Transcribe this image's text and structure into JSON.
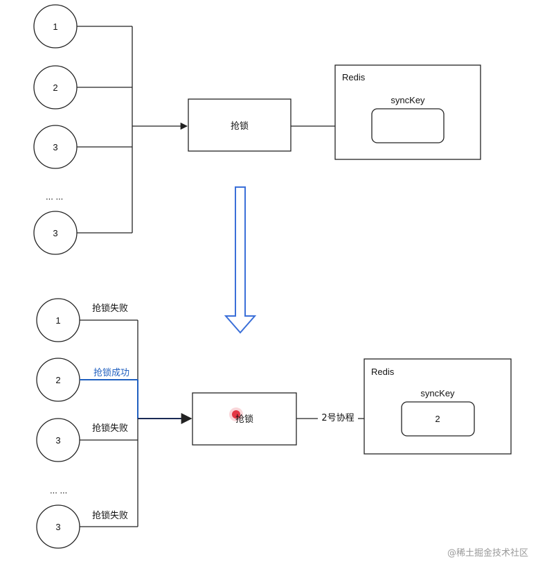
{
  "top": {
    "nodes": [
      "1",
      "2",
      "3",
      "3"
    ],
    "ellipsis": "... ...",
    "lock_label": "抢锁",
    "redis": {
      "title": "Redis",
      "key_label": "syncKey",
      "key_value": ""
    }
  },
  "bottom": {
    "nodes": [
      "1",
      "2",
      "3",
      "3"
    ],
    "ellipsis": "... ...",
    "results": [
      "抢锁失败",
      "抢锁成功",
      "抢锁失败",
      "抢锁失败"
    ],
    "lock_label": "抢锁",
    "edge_label": "2号协程",
    "redis": {
      "title": "Redis",
      "key_label": "syncKey",
      "key_value": "2"
    }
  },
  "colors": {
    "line": "#222222",
    "success": "#1f5fbf",
    "big_arrow": "#3a6fd8",
    "cursor_dot": "#e01b2a"
  },
  "watermark": "@稀土掘金技术社区"
}
